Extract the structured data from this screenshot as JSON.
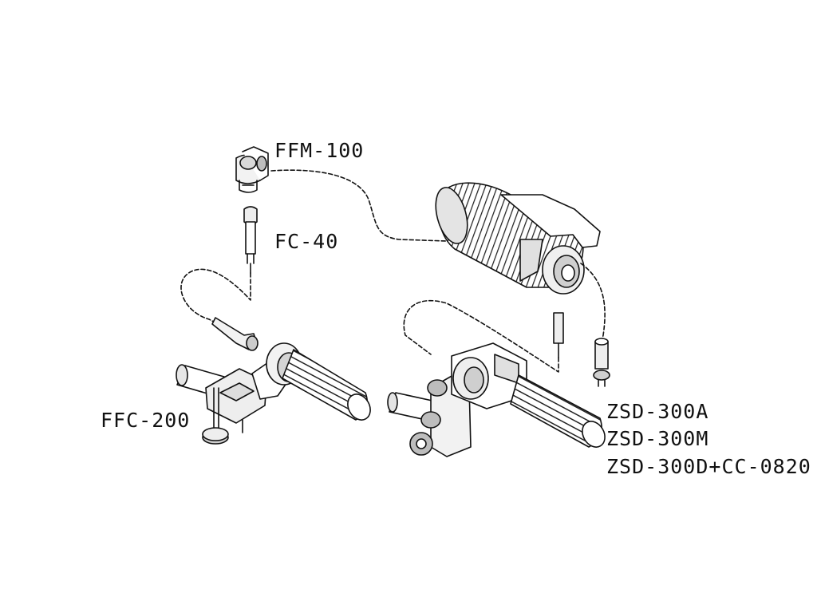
{
  "labels": {
    "ffm": "FFM-100",
    "fc": "FC-40",
    "ffc": "FFC-200",
    "zsd_a": "ZSD-300A",
    "zsd_m": "ZSD-300M",
    "zsd_d": "ZSD-300D+CC-0820"
  },
  "colors": {
    "line": "#111111",
    "background": "#ffffff",
    "shade": "#cfcfcf"
  }
}
